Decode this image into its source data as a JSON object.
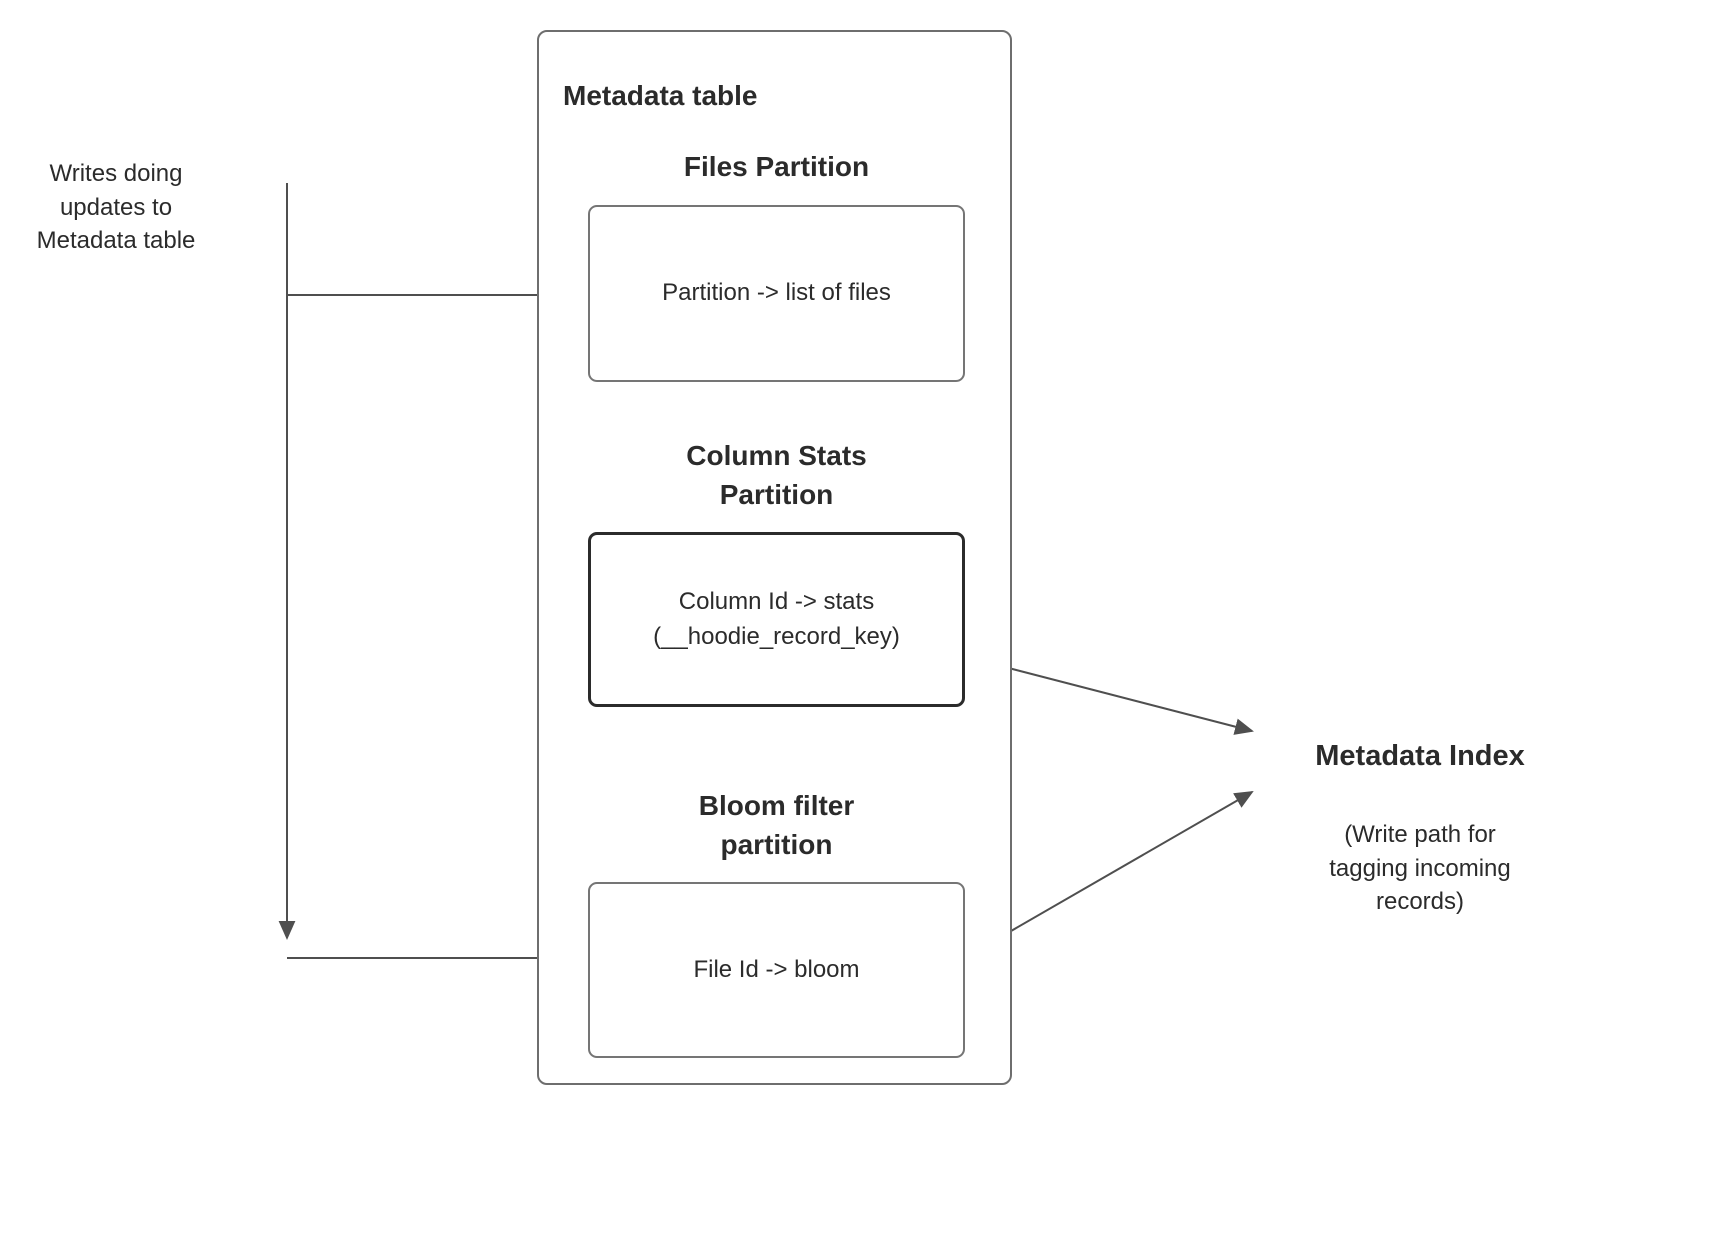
{
  "diagram": {
    "metadata_table": {
      "title": "Metadata table",
      "files_partition": {
        "heading": "Files Partition",
        "box_text": "Partition -> list of files"
      },
      "column_stats_partition": {
        "heading": [
          "Column Stats",
          "Partition"
        ],
        "box_lines": [
          "Column Id  -> stats",
          "(__hoodie_record_key)"
        ]
      },
      "bloom_filter_partition": {
        "heading": [
          "Bloom filter",
          "partition"
        ],
        "box_text": "File Id -> bloom"
      }
    },
    "left_annotation": [
      "Writes doing",
      "updates to",
      "Metadata table"
    ],
    "metadata_index": {
      "title": "Metadata Index",
      "subtitle": [
        "(Write path for",
        "tagging incoming",
        "records)"
      ]
    },
    "colors": {
      "line": "#4f4f4f",
      "box_border": "#757575",
      "outer_border": "#6e6e6e",
      "emphasis_border": "#2b2b2b",
      "text": "#2b2b2b",
      "background": "#ffffff"
    }
  }
}
